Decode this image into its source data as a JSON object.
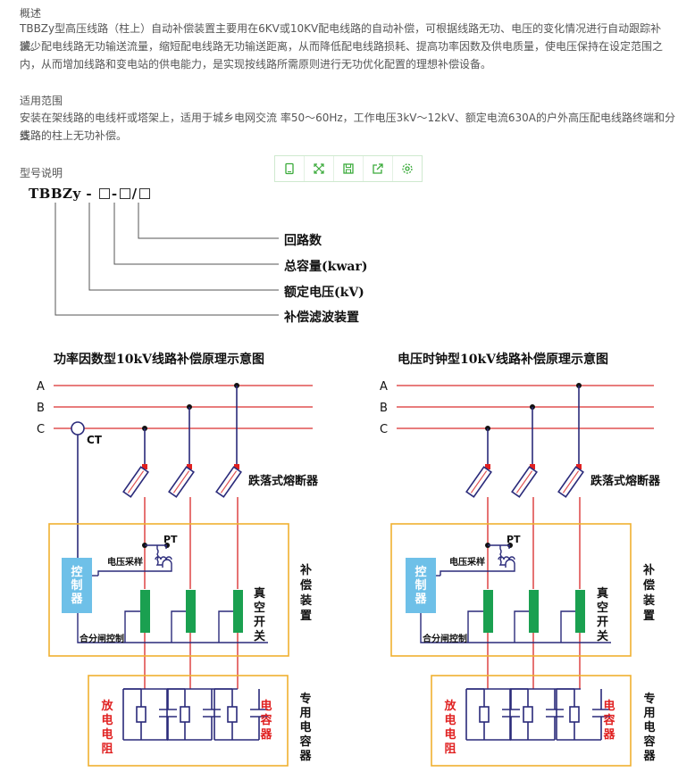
{
  "overview": {
    "title": "概述",
    "p1": "TBBZy型高压线路（柱上）自动补偿装置主要用在6KV或10KV配电线路的自动补偿，可根据线路无功、电压的变化情况进行自动跟踪补偿。",
    "p2": "减少配电线路无功输送流量，缩短配电线路无功输送距离，从而降低配电线路损耗、提高功率因数及供电质量，使电压保持在设定范围之",
    "p3": "内，从而增加线路和变电站的供电能力，是实现按线路所需原则进行无功优化配置的理想补偿设备。"
  },
  "scope": {
    "title": "适用范围",
    "p1": "安装在架线路的电线杆或塔架上，适用于城乡电网交流 率50～60Hz，工作电压3kV～12kV、额定电流630A的户外高压配电线路终端和分支",
    "p2": "线路的柱上无功补偿。"
  },
  "model": {
    "title": "型号说明",
    "code": "TBBZy -",
    "labels": [
      "回路数",
      "总容量(kwar)",
      "额定电压(kV)",
      "补偿滤波装置"
    ]
  },
  "toolbar": {
    "icons": [
      "tablet-icon",
      "expand-icon",
      "save-icon",
      "share-icon",
      "settings-icon"
    ]
  },
  "diagram_left": {
    "title": "功率因数型10kV线路补偿原理示意图",
    "ct": "CT",
    "controller": "控制器"
  },
  "diagram_right": {
    "title": "电压时钟型10kV线路补偿原理示意图",
    "controller": "控制器"
  },
  "common": {
    "phase_a": "A",
    "phase_b": "B",
    "phase_c": "C",
    "fuse": "跌落式熔断器",
    "pt": "PT",
    "voltage_sampling": "电压采样",
    "switch_control": "合分闸控制",
    "comp_device": "补偿装置",
    "vacuum_switch": "真空开关",
    "discharge_resistor": "放电电阻",
    "capacitor": "电容器",
    "dedicated_capacitor": "专用电容器"
  },
  "colors": {
    "line": "#e05050",
    "wire": "#2a2a7a",
    "box": "#f0b030",
    "controller": "#6ec0e8",
    "switch": "#1aa050",
    "red_text": "#e02020"
  }
}
